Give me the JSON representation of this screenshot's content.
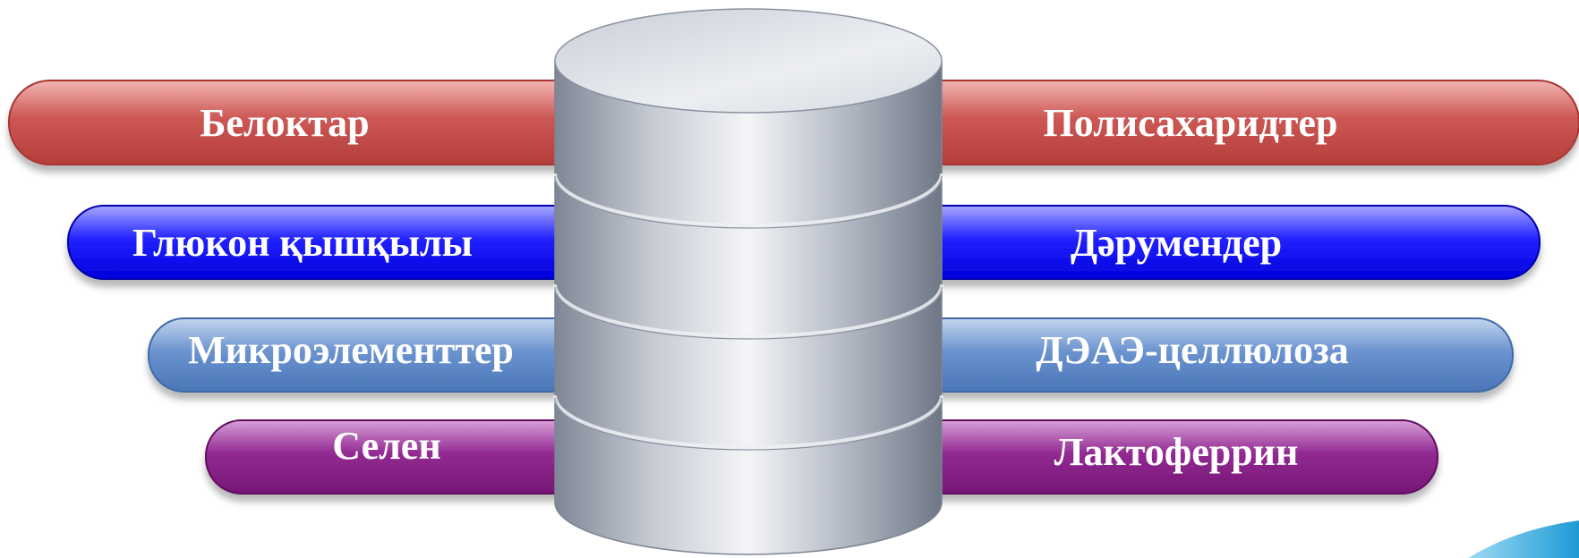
{
  "diagram": {
    "left_items": [
      {
        "label": "Белоктар",
        "color": "#c0504d"
      },
      {
        "label": "Глюкон қышқылы",
        "color": "#1a1aff"
      },
      {
        "label": "Микроэлементтер",
        "color": "#5b86c4"
      },
      {
        "label": "Селен",
        "color": "#8a1e8a"
      }
    ],
    "right_items": [
      {
        "label": "Полисахаридтер",
        "color": "#c0504d"
      },
      {
        "label": "Дәрумендер",
        "color": "#1a1aff"
      },
      {
        "label": "ДЭАЭ-целлюлоза",
        "color": "#5b86c4"
      },
      {
        "label": "Лактоферрин",
        "color": "#8a1e8a"
      }
    ],
    "cylinder_color": "#b8bec8",
    "cylinder_segments": 4,
    "accent_color": "#2aa8e0"
  }
}
